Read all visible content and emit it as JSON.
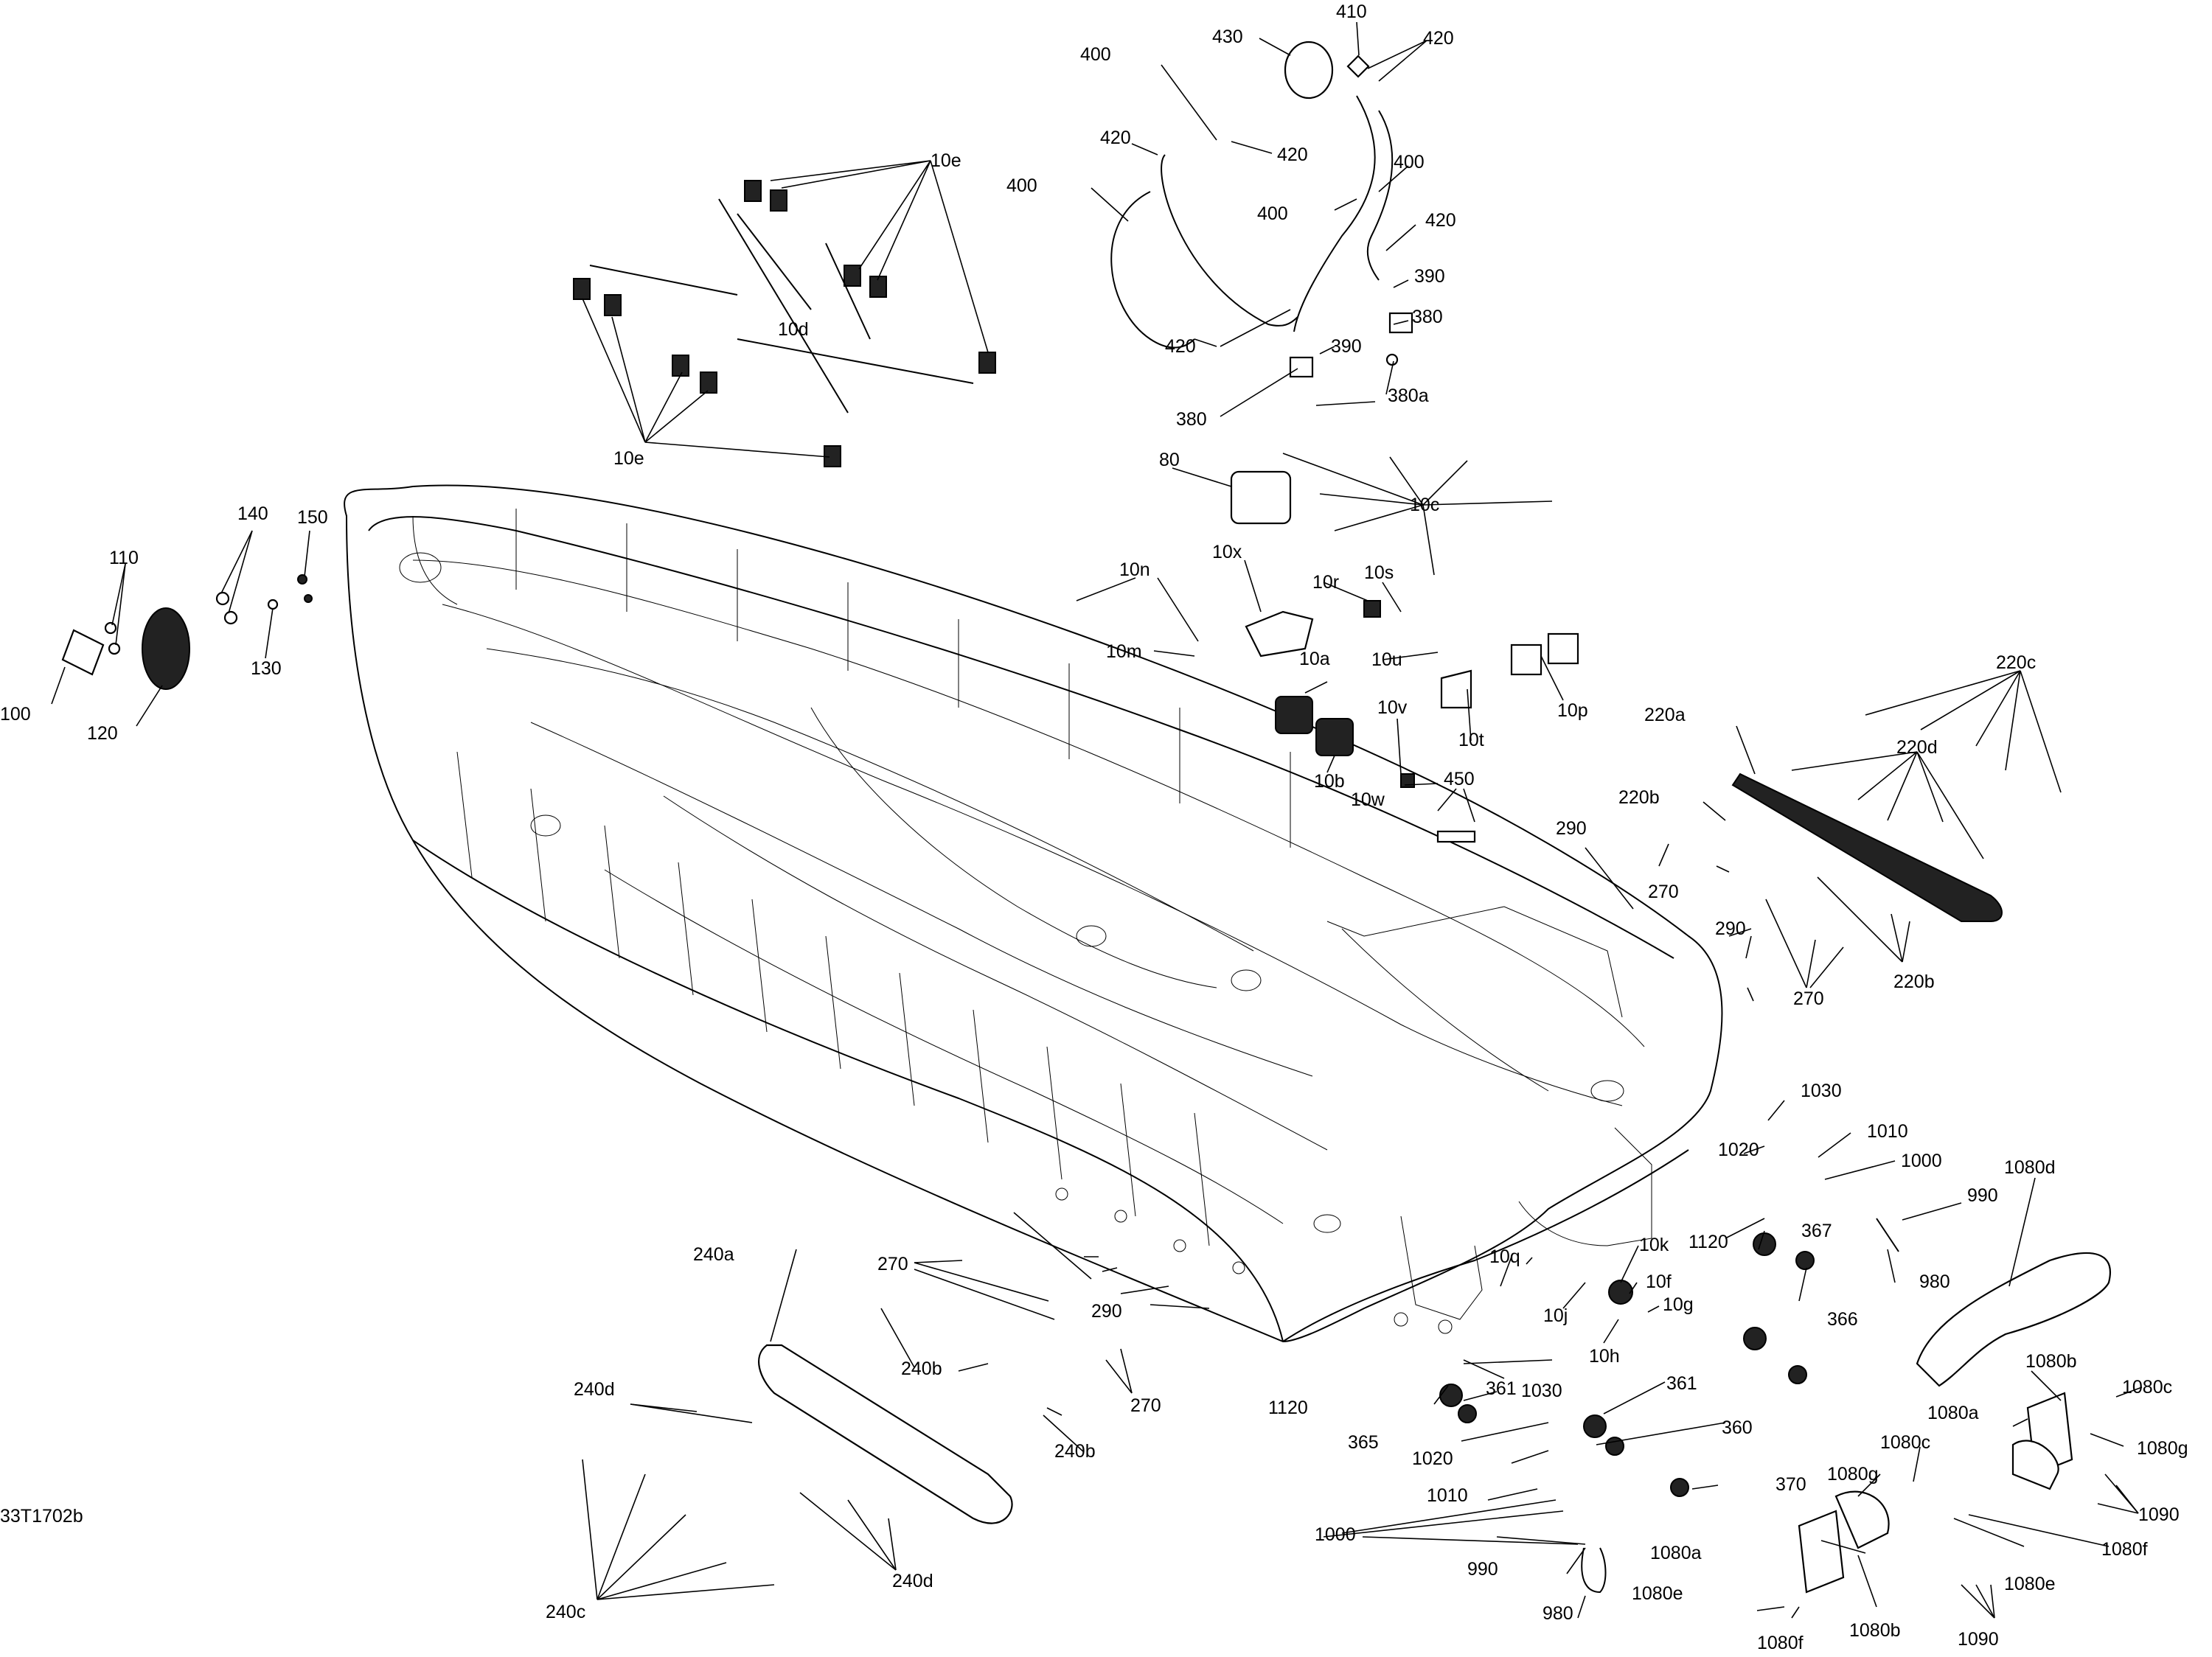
{
  "drawing_number": "33T1702b",
  "callouts": {
    "c430": "430",
    "c410": "410",
    "c420a": "420",
    "c420b": "420",
    "c420c": "420",
    "c420d": "420",
    "c420e": "420",
    "c400a": "400",
    "c400b": "400",
    "c400c": "400",
    "c400d": "400",
    "c390a": "390",
    "c390b": "390",
    "c380a": "380",
    "c380b": "380",
    "c380aa": "380a",
    "c10e_top": "10e",
    "c10d": "10d",
    "c10e_bot": "10e",
    "c80": "80",
    "c10c": "10c",
    "c10x": "10x",
    "c10n": "10n",
    "c10m": "10m",
    "c10r": "10r",
    "c10s": "10s",
    "c10u": "10u",
    "c10a": "10a",
    "c10b": "10b",
    "c10t": "10t",
    "c10p": "10p",
    "c10v": "10v",
    "c10w": "10w",
    "c450": "450",
    "c140": "140",
    "c150": "150",
    "c110": "110",
    "c130": "130",
    "c100": "100",
    "c120": "120",
    "c220a": "220a",
    "c220c": "220c",
    "c220d": "220d",
    "c220b_top": "220b",
    "c220b_bot": "220b",
    "c290_r1": "290",
    "c290_r2": "290",
    "c270_r1": "270",
    "c270_r2": "270",
    "c1030_top": "1030",
    "c1010_top": "1010",
    "c1020_top": "1020",
    "c1000_top": "1000",
    "c990_top": "990",
    "c980_top": "980",
    "c367": "367",
    "c366": "366",
    "c1120_top": "1120",
    "c1080d": "1080d",
    "c10q": "10q",
    "c10k": "10k",
    "c10f": "10f",
    "c10j": "10j",
    "c10g": "10g",
    "c10h": "10h",
    "c240a": "240a",
    "c270_l1": "270",
    "c290_l": "290",
    "c240b_1": "240b",
    "c240b_2": "240b",
    "c270_l2": "270",
    "c240d_1": "240d",
    "c240d_2": "240d",
    "c240c": "240c",
    "c1120_bot": "1120",
    "c361_1": "361",
    "c361_2": "361",
    "c365": "365",
    "c360": "360",
    "c370": "370",
    "c1030_bot": "1030",
    "c1020_bot": "1020",
    "c1010_bot": "1010",
    "c1000_bot": "1000",
    "c990_bot": "990",
    "c980_bot": "980",
    "c1080b_top": "1080b",
    "c1080c_top": "1080c",
    "c1080a_top": "1080a",
    "c1080g_top": "1080g",
    "c1080c_mid": "1080c",
    "c1080g_mid": "1080g",
    "c1090_top": "1090",
    "c1080a_bot": "1080a",
    "c1080e_mid": "1080e",
    "c1080f_mid": "1080f",
    "c1080e_bot": "1080e",
    "c1080f_bot": "1080f",
    "c1080b_bot": "1080b",
    "c1090_bot": "1090"
  }
}
